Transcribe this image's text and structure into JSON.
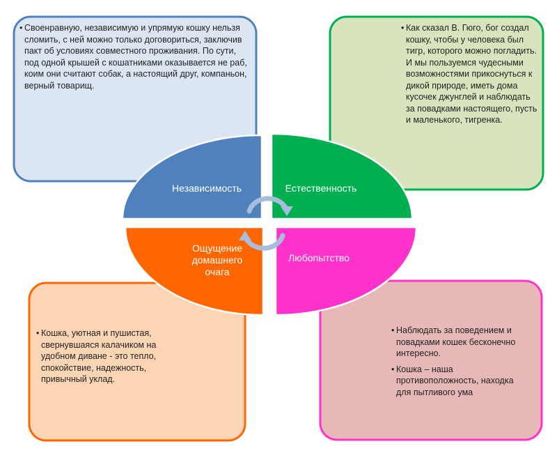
{
  "diagram": {
    "quadrants": [
      {
        "label": "Независимость",
        "color": "#4f81bd"
      },
      {
        "label": "Естественность",
        "color": "#00b050"
      },
      {
        "label": "Ощущение домашнего очага",
        "color": "#ff6600"
      },
      {
        "label": "Любопытство",
        "color": "#ff33cc"
      }
    ],
    "cards": {
      "top_left": {
        "fill": "#dce6f2",
        "border": "#4f81bd",
        "bullets": [
          "Своенравную, независимую и упрямую кошку нельзя сломить, с ней можно только договориться, заключив пакт об условиях совместного проживания. По сути, под одной крышей с кошатниками оказывается не раб, коим они считают собак, а настоящий друг, компаньон, верный товарищ."
        ]
      },
      "top_right": {
        "fill": "#d7e4bd",
        "border": "#00b050",
        "bullets": [
          "Как сказал В. Гюго, бог создал кошку, чтобы у человека был тигр, которого можно погладить. И мы пользуемся чудесными возможностями прикоснуться к дикой природе, иметь дома кусочек джунглей и наблюдать за повадками настоящего, пусть и маленького, тигренка."
        ]
      },
      "bottom_left": {
        "fill": "#fcd5b5",
        "border": "#ff6600",
        "bullets": [
          "Кошка, уютная и пушистая, свернувшаяся калачиком на удобном диване - это тепло, спокойствие, надежность, привычный уклад."
        ]
      },
      "bottom_right": {
        "fill": "#e6b9b8",
        "border": "#ff33cc",
        "bullets": [
          "Наблюдать за поведением и повадками кошек бесконечно интересно.",
          "Кошка – наша противоположность, находка для пытливого ума"
        ]
      }
    },
    "cycle_arrows_color": "#a6bddb"
  }
}
